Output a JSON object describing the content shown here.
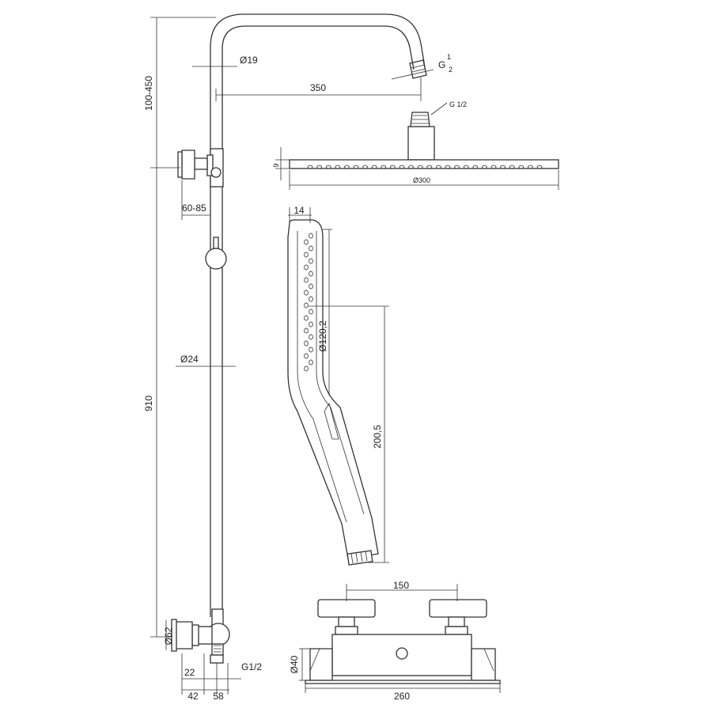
{
  "dimensions": {
    "top_height": "100-450",
    "column_height": "910",
    "pipe_dia_top": "Ø19",
    "arm_length": "350",
    "thread_arm": "G",
    "thread_arm_frac_num": "1",
    "thread_arm_frac_den": "2",
    "head_thread": "G 1/2",
    "head_thickness": "9",
    "head_diameter": "Ø300",
    "holder_range": "60-85",
    "column_dia": "Ø24",
    "hand_width": "14",
    "hand_face_dia": "Ø120,2",
    "hand_length": "200,5",
    "valve_center": "150",
    "valve_body_dia": "Ø40",
    "valve_width": "260",
    "knob_dia": "Ø62",
    "inlet_thread": "G1/2",
    "offset_a": "22",
    "offset_b": "42",
    "offset_c": "58"
  }
}
